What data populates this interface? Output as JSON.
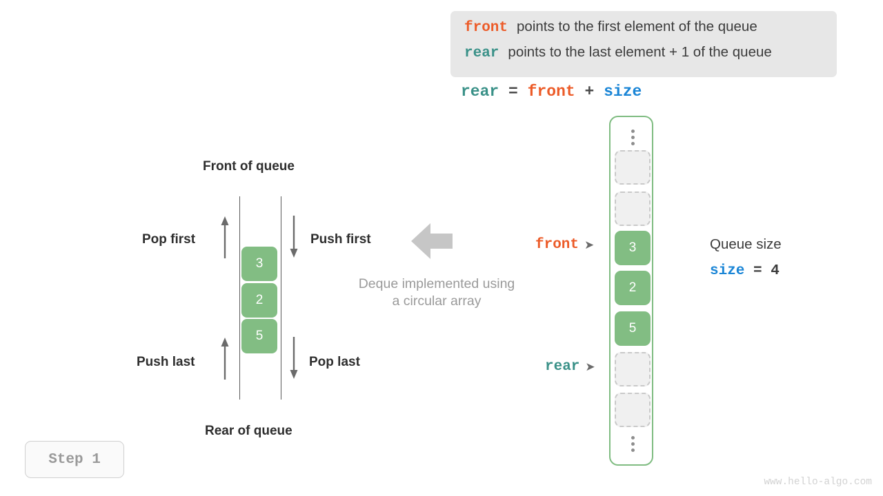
{
  "legend": {
    "rows": [
      {
        "key": "front",
        "key_color": "#ec5b28",
        "text": "points to the first element of the queue"
      },
      {
        "key": "rear",
        "key_color": "#3a9188",
        "text": "points to the last element + 1 of the queue"
      }
    ]
  },
  "formula": {
    "lhs": "rear",
    "equals": "=",
    "rhs_a": "front",
    "plus": "+",
    "rhs_b": "size"
  },
  "deque_diagram": {
    "top_label": "Front of queue",
    "bottom_label": "Rear of queue",
    "operations": {
      "pop_first": "Pop first",
      "push_first": "Push first",
      "push_last": "Push last",
      "pop_last": "Pop last"
    },
    "cells": [
      "3",
      "2",
      "5"
    ],
    "caption_line1": "Deque implemented using",
    "caption_line2": "a circular array"
  },
  "circular_array": {
    "slots": [
      {
        "value": "",
        "state": "empty"
      },
      {
        "value": "",
        "state": "empty"
      },
      {
        "value": "3",
        "state": "filled"
      },
      {
        "value": "2",
        "state": "filled"
      },
      {
        "value": "5",
        "state": "filled"
      },
      {
        "value": "",
        "state": "empty"
      },
      {
        "value": "",
        "state": "empty"
      }
    ],
    "pointers": {
      "front": {
        "label": "front",
        "arrow": "➤",
        "color": "#ec5b28"
      },
      "rear": {
        "label": "rear",
        "arrow": "➤",
        "color": "#3a9188"
      }
    },
    "ellipsis_icon": "vertical-dots"
  },
  "queue_size": {
    "title": "Queue size",
    "var": "size",
    "rest": " = 4"
  },
  "step_badge": {
    "text": "Step 1"
  },
  "watermark": {
    "text": "www.hello-algo.com"
  },
  "colors": {
    "green_fill": "#82bd83",
    "green_border": "#7fbc81",
    "front_orange": "#ec5b28",
    "rear_teal": "#3a9188",
    "size_blue": "#1a85d6",
    "legend_bg": "#e7e7e7",
    "muted_gray": "#9a9a9a"
  }
}
